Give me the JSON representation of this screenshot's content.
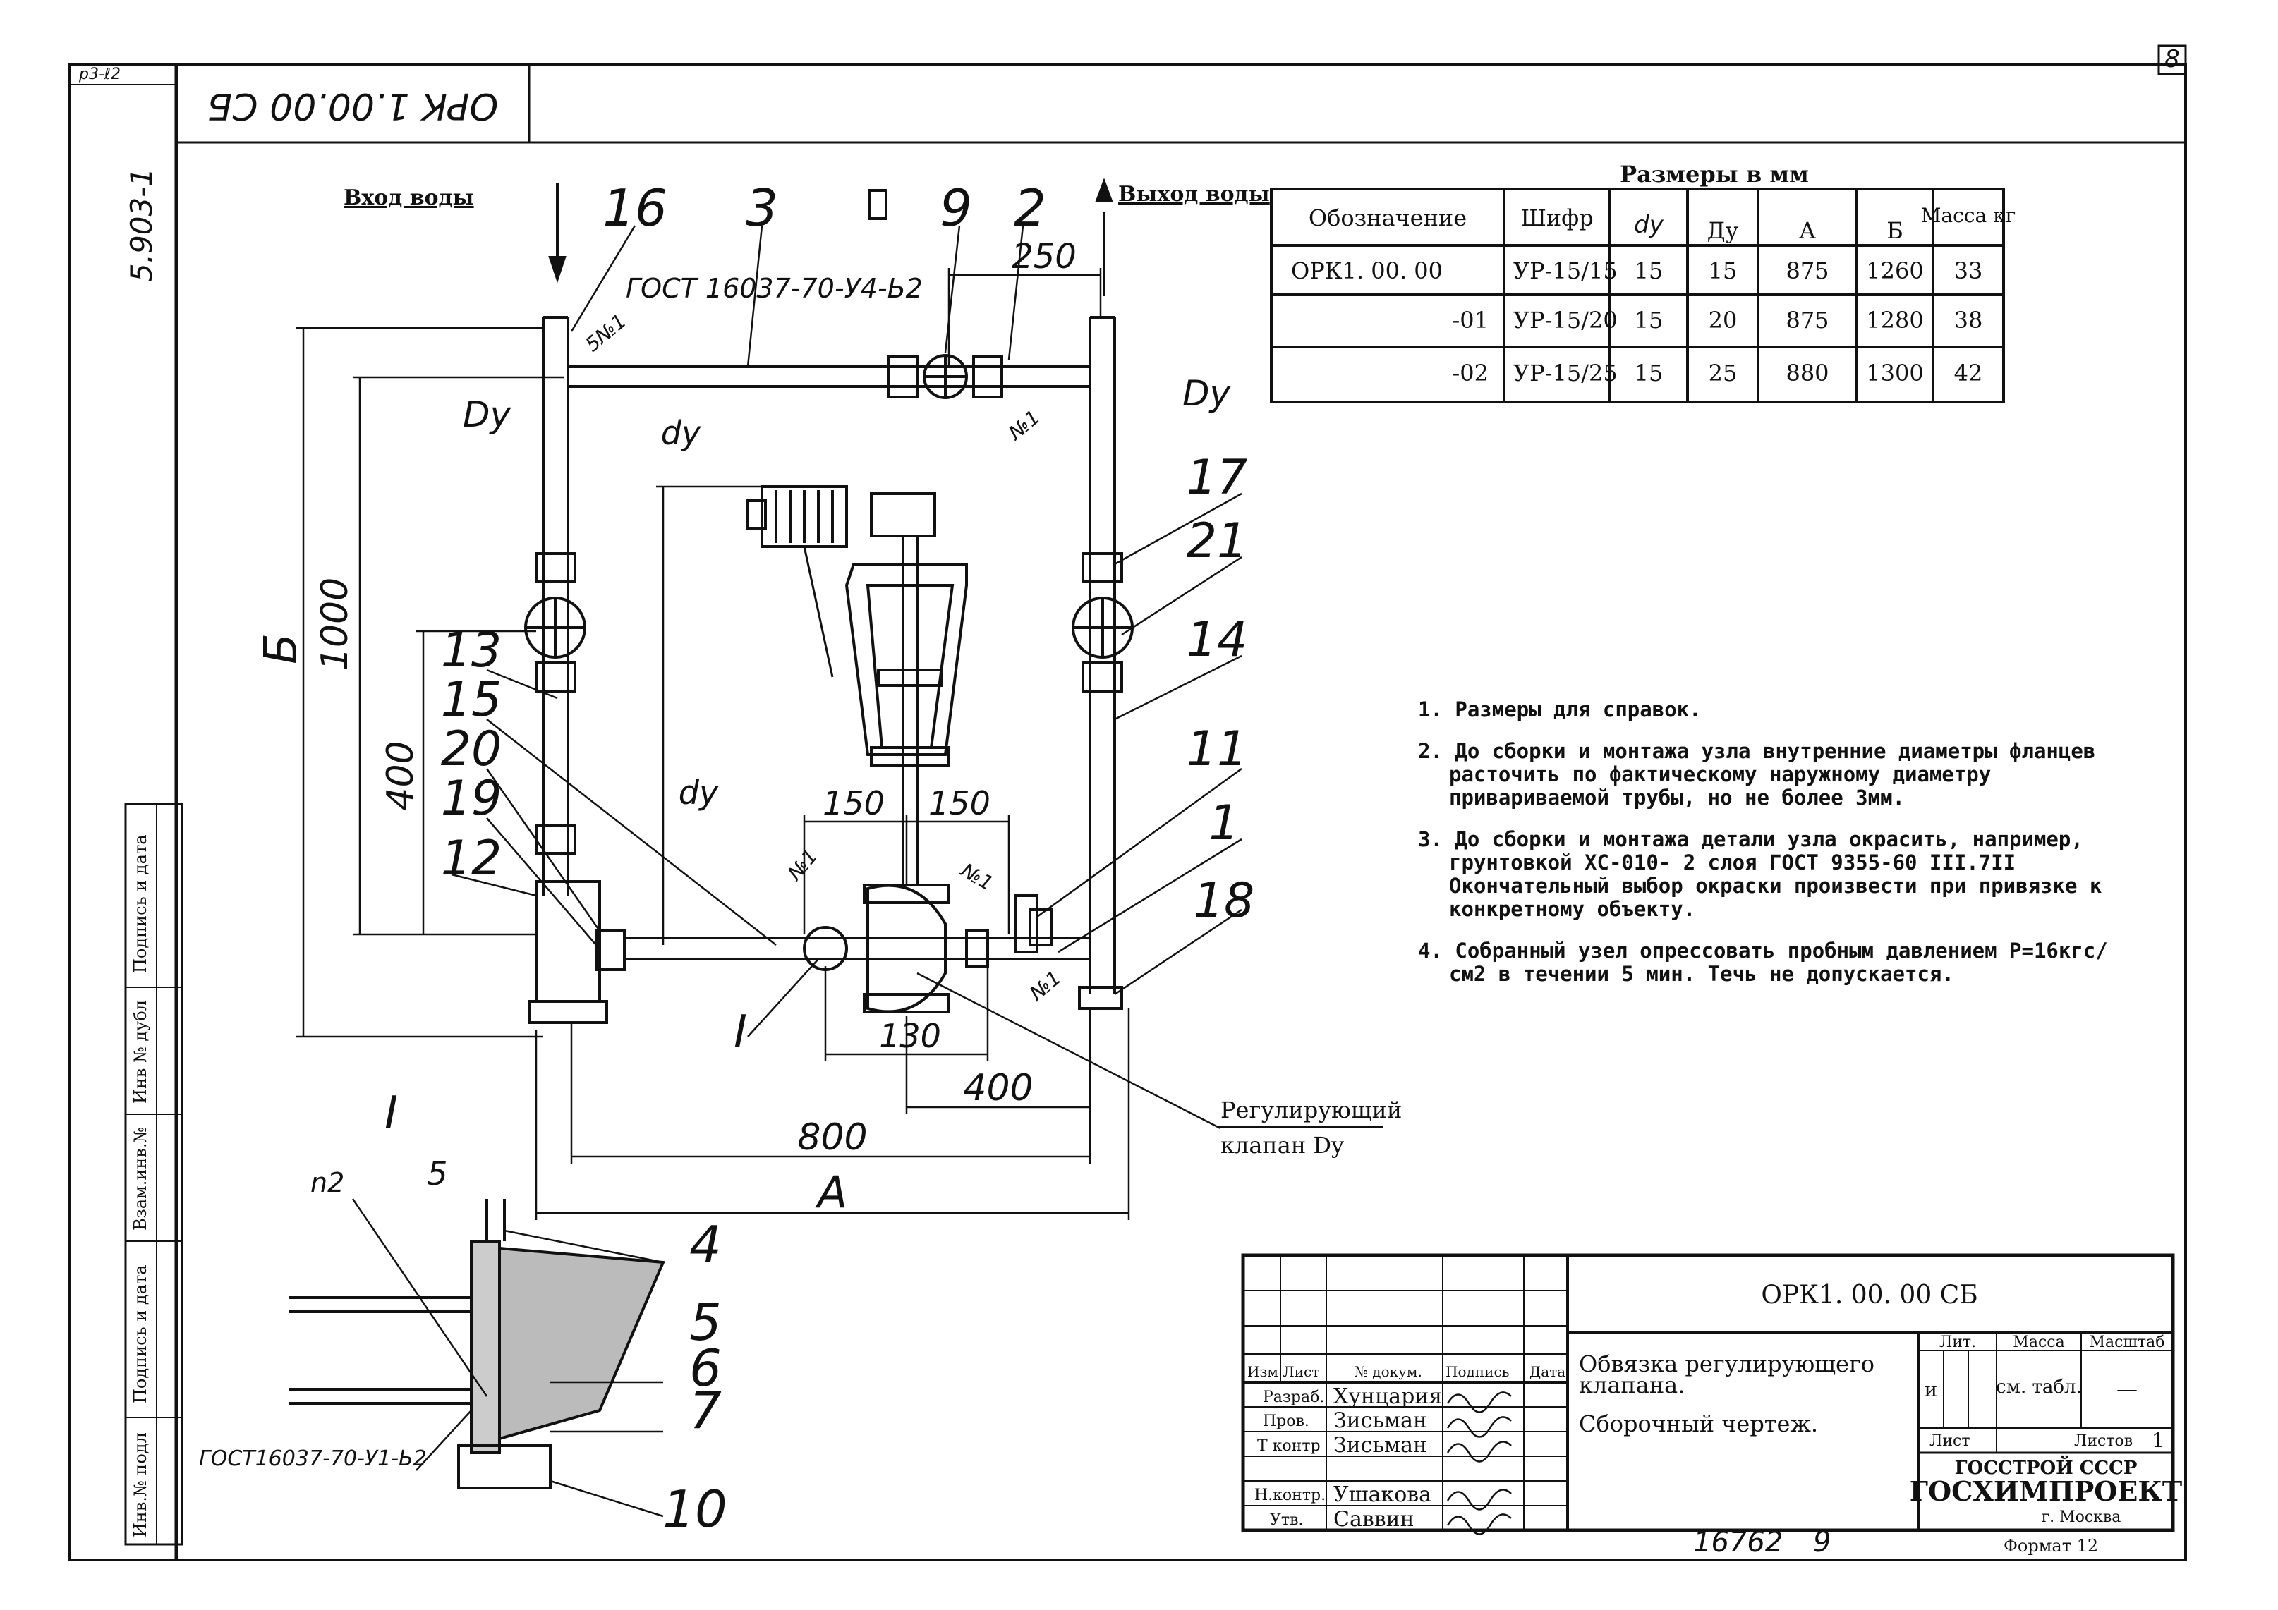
{
  "sheet": {
    "page_number": "8",
    "top_corner_code": "р3-ℓ2",
    "rotated_stamp": "ОРК 1.00.00 СБ",
    "side_code": "5.903-1",
    "bottom_number": "16762",
    "bottom_sheet": "9"
  },
  "labels": {
    "inlet": "Вход воды",
    "outlet": "Выход воды",
    "reg_valve_line1": "Регулирующий",
    "reg_valve_line2": "клапан Dy",
    "detail_mark": "I",
    "gost_weld": "ГОСТ 16037-70-У4-Ь2",
    "gost_weld_detail": "ГОСТ16037-70-У1-Ь2",
    "weld_n1": "№1",
    "weld_5n1": "5№1",
    "n2": "n2"
  },
  "callouts": [
    "16",
    "3",
    "9",
    "2",
    "17",
    "21",
    "14",
    "13",
    "15",
    "20",
    "19",
    "12",
    "11",
    "1",
    "18",
    "4",
    "5",
    "6",
    "7",
    "10"
  ],
  "dims": {
    "d250": "250",
    "d1000": "1000",
    "d400v": "400",
    "B": "Б",
    "d150a": "150",
    "d150b": "150",
    "d130": "130",
    "d400h": "400",
    "d800": "800",
    "A": "A",
    "Dy": "Dy",
    "dy": "dy",
    "d5": "5"
  },
  "table": {
    "caption": "Размеры в мм",
    "headers": [
      "Обозначение",
      "Шифр",
      "dy",
      "Ду",
      "А",
      "Б",
      "Масса кг"
    ],
    "rows": [
      [
        "ОРК1. 00. 00",
        "УР-15/15",
        "15",
        "15",
        "875",
        "1260",
        "33"
      ],
      [
        "-01",
        "УР-15/20",
        "15",
        "20",
        "875",
        "1280",
        "38"
      ],
      [
        "-02",
        "УР-15/25",
        "15",
        "25",
        "880",
        "1300",
        "42"
      ]
    ]
  },
  "notes": [
    "1. Размеры для справок.",
    "2. До сборки и монтажа узла внутренние диаметры фланцев расточить по фактическому наружному диаметру привариваемой трубы, но не более 3мм.",
    "3. До сборки и монтажа детали узла окрасить, например, грунтовкой ХС-010- 2 слоя ГОСТ 9355-60 III.7II Окончательный выбор окраски произвести при привязке к конкретному объекту.",
    "4. Собранный узел опрессовать пробным давлением Р=16кгс/см2 в течении 5 мин. Течь не допускается."
  ],
  "side_strip": [
    "Подпись и дата",
    "Инв № дубл",
    "Взам.инв.№",
    "Подпись и дата",
    "Инв.№ подл"
  ],
  "title_block": {
    "doc_code": "ОРК1. 00. 00 СБ",
    "title_line1": "Обвязка регулирующего",
    "title_line2": "клапана.",
    "subtitle": "Сборочный чертеж.",
    "col_headers": [
      "Изм",
      "Лист",
      "№ докум.",
      "Подпись",
      "Дата"
    ],
    "people": [
      {
        "role": "Разраб.",
        "name": "Хунцария"
      },
      {
        "role": "Пров.",
        "name": "Зисьман"
      },
      {
        "role": "Т контр",
        "name": "Зисьман"
      },
      {
        "role": "Н.контр.",
        "name": "Ушакова"
      },
      {
        "role": "Утв.",
        "name": "Саввин"
      }
    ],
    "lit": "Лит.",
    "mass": "Масса",
    "scale": "Масштаб",
    "lit_value": "и",
    "mass_value": "см. табл.",
    "scale_value": "—",
    "sheet_label": "Лист",
    "sheets_label": "Листов",
    "sheets_value": "1",
    "org1": "ГОССТРОЙ СССР",
    "org2": "ГОСХИМПРОЕКТ",
    "city": "г. Москва",
    "format": "Формат 12"
  }
}
